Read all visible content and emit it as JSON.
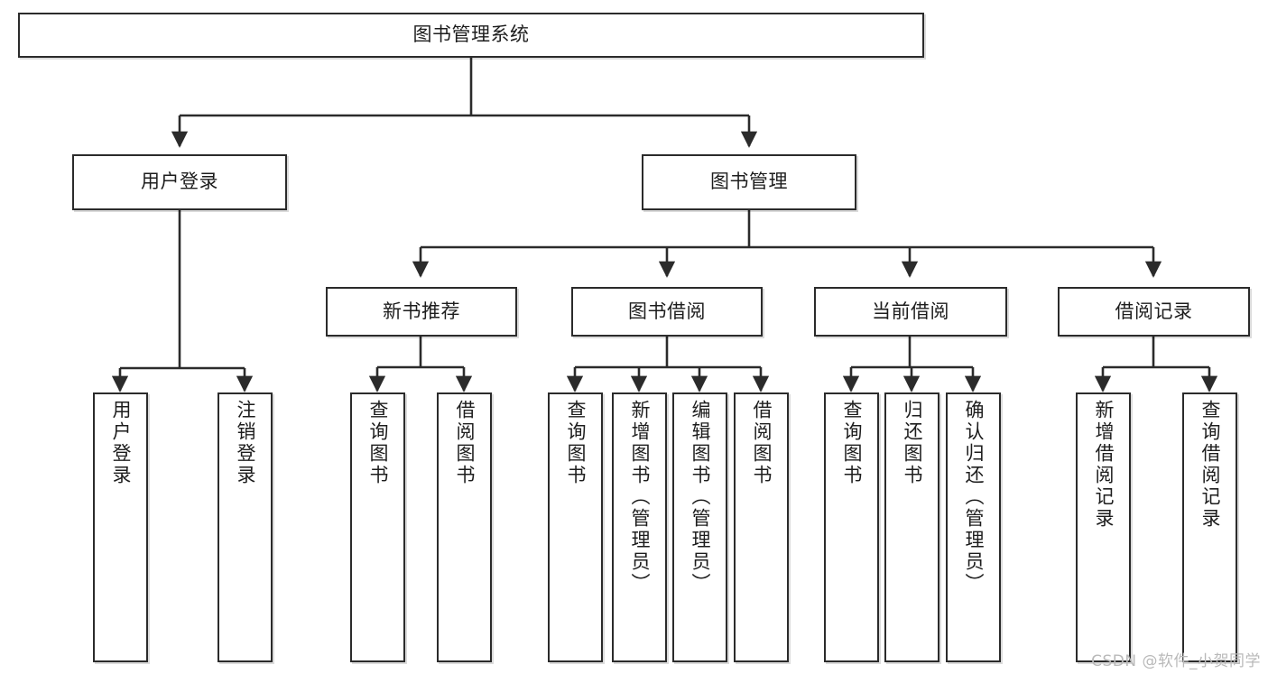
{
  "diagram": {
    "title_node": "图书管理系统",
    "watermark": "CSDN @软件_小贺同学",
    "colors": {
      "box_border": "#2b2b2b",
      "box_fill": "#ffffff",
      "text": "#1d1d1d",
      "connector": "#2b2b2b",
      "watermark": "#b9b9b9"
    },
    "level1": [
      {
        "id": "user-login",
        "label": "用户登录"
      },
      {
        "id": "book-manage",
        "label": "图书管理"
      }
    ],
    "level2": [
      {
        "id": "new-book-rec",
        "label": "新书推荐"
      },
      {
        "id": "book-borrow",
        "label": "图书借阅"
      },
      {
        "id": "current-borrow",
        "label": "当前借阅"
      },
      {
        "id": "borrow-record",
        "label": "借阅记录"
      }
    ],
    "leaves": {
      "user_login": [
        {
          "id": "leaf-user-login",
          "label": "用户登录"
        },
        {
          "id": "leaf-logout",
          "label": "注销登录"
        }
      ],
      "new_book_rec": [
        {
          "id": "leaf-query-book-1",
          "label": "查询图书"
        },
        {
          "id": "leaf-borrow-book-1",
          "label": "借阅图书"
        }
      ],
      "book_borrow": [
        {
          "id": "leaf-query-book-2",
          "label": "查询图书"
        },
        {
          "id": "leaf-add-book",
          "label": "新增图书（管理员）"
        },
        {
          "id": "leaf-edit-book",
          "label": "编辑图书（管理员）"
        },
        {
          "id": "leaf-borrow-book-2",
          "label": "借阅图书"
        }
      ],
      "current_borrow": [
        {
          "id": "leaf-query-book-3",
          "label": "查询图书"
        },
        {
          "id": "leaf-return-book",
          "label": "归还图书"
        },
        {
          "id": "leaf-confirm-return",
          "label": "确认归还（管理员）"
        }
      ],
      "borrow_record": [
        {
          "id": "leaf-add-record",
          "label": "新增借阅记录"
        },
        {
          "id": "leaf-query-record",
          "label": "查询借阅记录"
        }
      ]
    }
  }
}
